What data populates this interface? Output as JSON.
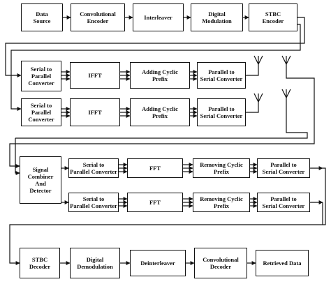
{
  "blocks": {
    "data_source": "Data\nSource",
    "conv_encoder": "Convolutional\nEncoder",
    "interleaver": "Interleaver",
    "digital_modulation": "Digital\nModulation",
    "stbc_encoder": "STBC\nEncoder",
    "s2p_tx1": "Serial to\nParallel\nConverter",
    "ifft_1": "IFFT",
    "add_cp_1": "Adding Cyclic\nPrefix",
    "p2s_tx1": "Parallel to\nSerial Converter",
    "s2p_tx2": "Serial to\nParallel\nConverter",
    "ifft_2": "IFFT",
    "add_cp_2": "Adding Cyclic\nPrefix",
    "p2s_tx2": "Parallel to\nSerial Converter",
    "combiner": "Signal\nCombiner\nAnd\nDetector",
    "s2p_rx1": "Serial to\nParallel Converter",
    "fft_1": "FFT",
    "rem_cp_1": "Removing Cyclic\nPrefix",
    "p2s_rx1": "Parallel to\nSerial Converter",
    "s2p_rx2": "Serial to\nParallel Converter",
    "fft_2": "FFT",
    "rem_cp_2": "Removing Cyclic\nPrefix",
    "p2s_rx2": "Parallel to\nSerial Converter",
    "stbc_decoder": "STBC\nDecoder",
    "digital_demodulation": "Digital\nDemodulation",
    "deinterleaver": "Deinterleaver",
    "conv_decoder": "Convolutional\nDecoder",
    "retrieved_data": "Retrieved Data"
  }
}
